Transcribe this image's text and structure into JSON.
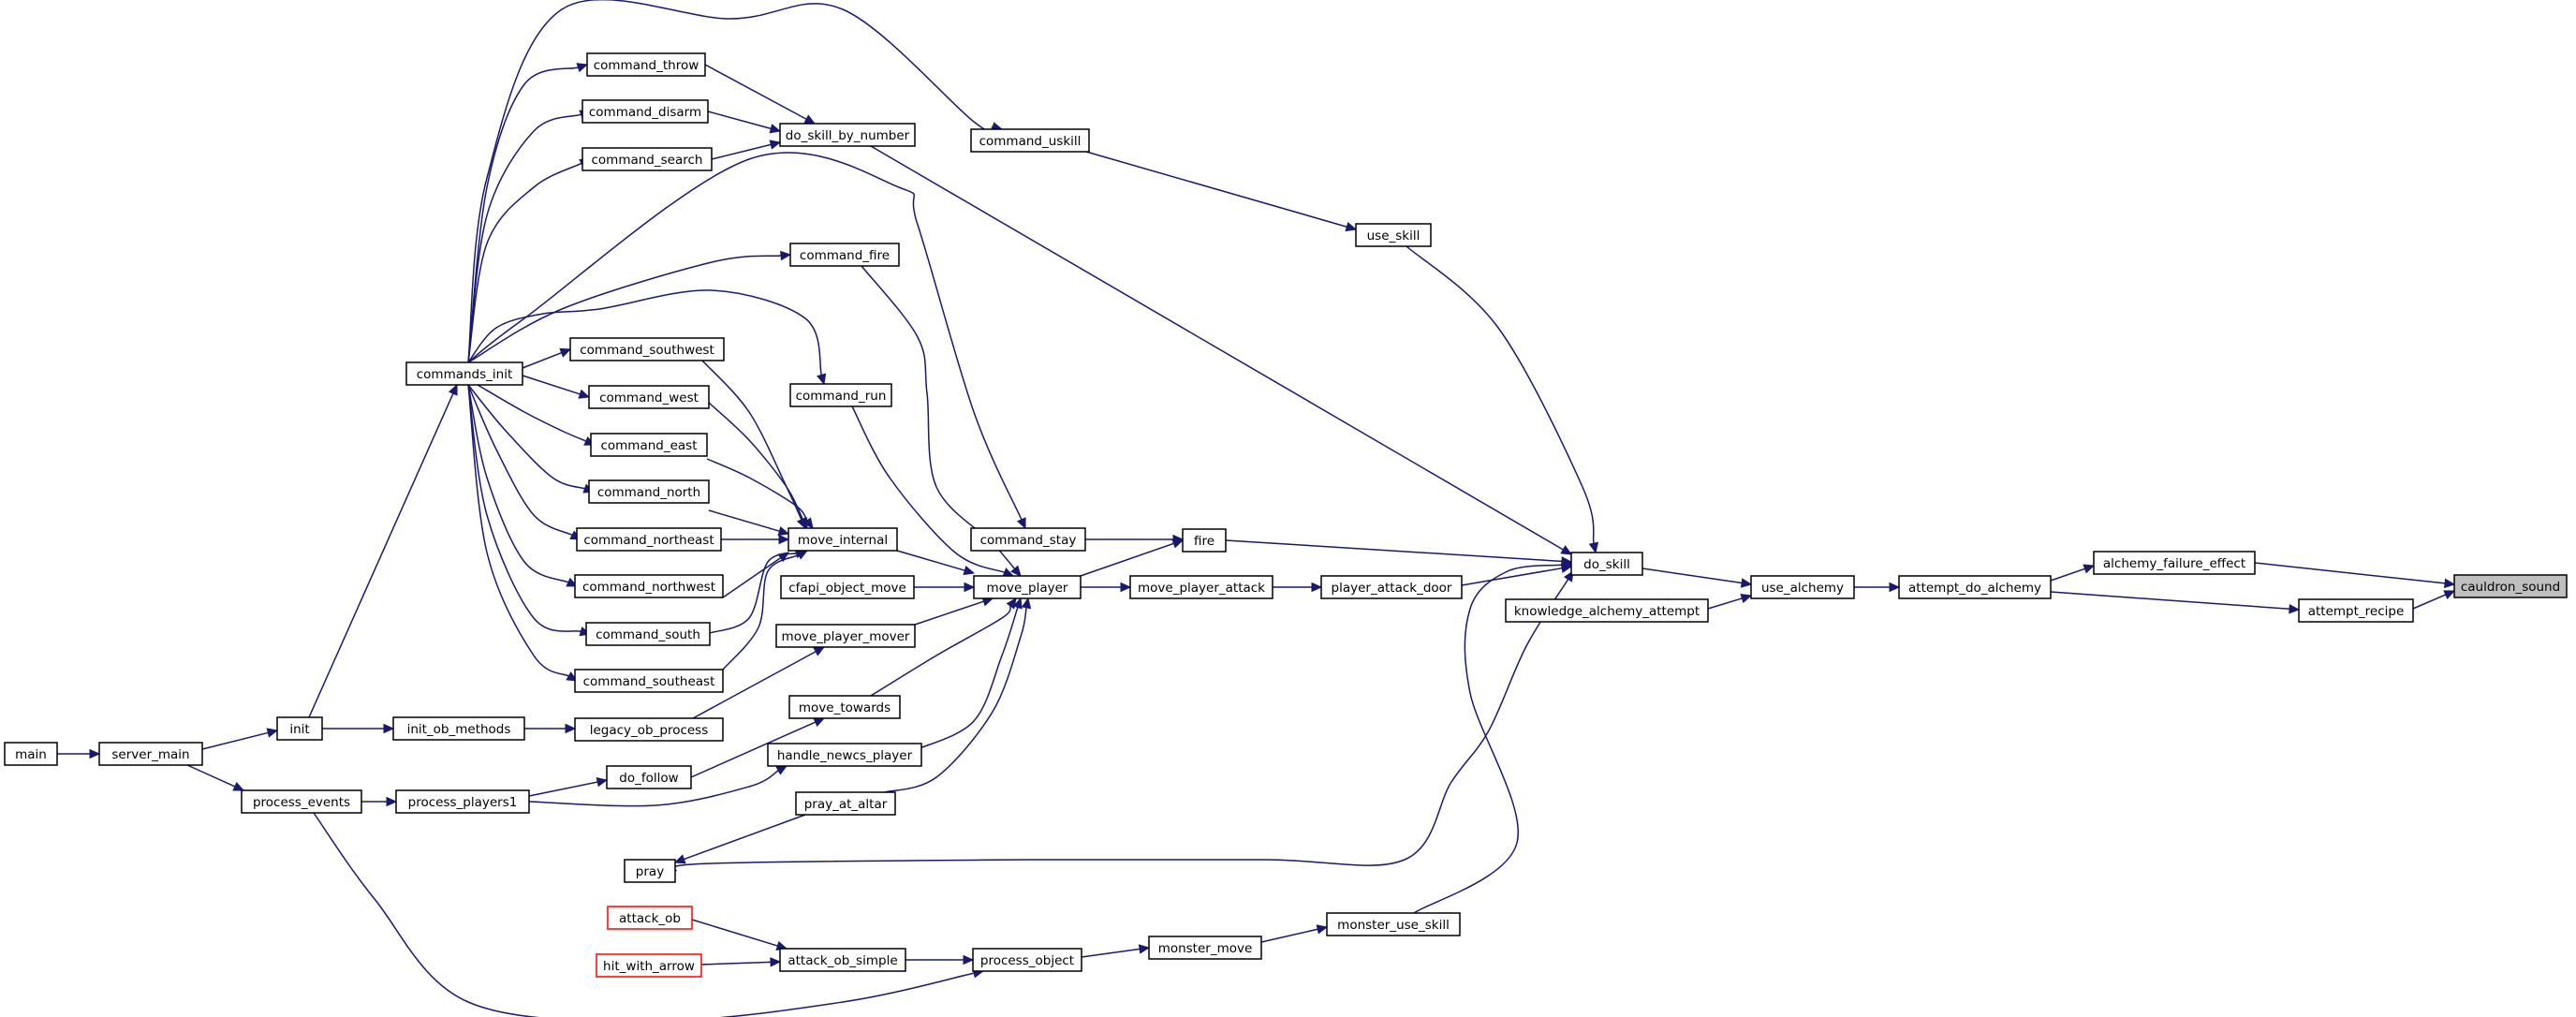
{
  "graph": {
    "title": "",
    "edge_color": "#191970",
    "highlight_fill": "#bfbfbf",
    "missing_stroke": "#ff0000",
    "nodes": [
      {
        "id": "cauldron_sound",
        "label": "cauldron_sound",
        "style": "highlight"
      },
      {
        "id": "alchemy_failure_effect",
        "label": "alchemy_failure_effect"
      },
      {
        "id": "attempt_recipe",
        "label": "attempt_recipe"
      },
      {
        "id": "attempt_do_alchemy",
        "label": "attempt_do_alchemy"
      },
      {
        "id": "use_alchemy",
        "label": "use_alchemy"
      },
      {
        "id": "do_skill",
        "label": "do_skill"
      },
      {
        "id": "knowledge_alchemy_attempt",
        "label": "knowledge_alchemy_attempt"
      },
      {
        "id": "use_skill",
        "label": "use_skill"
      },
      {
        "id": "command_uskill",
        "label": "command_uskill"
      },
      {
        "id": "fire",
        "label": "fire"
      },
      {
        "id": "player_attack_door",
        "label": "player_attack_door"
      },
      {
        "id": "move_player_attack",
        "label": "move_player_attack"
      },
      {
        "id": "move_player",
        "label": "move_player"
      },
      {
        "id": "monster_use_skill",
        "label": "monster_use_skill"
      },
      {
        "id": "monster_move",
        "label": "monster_move"
      },
      {
        "id": "process_object",
        "label": "process_object"
      },
      {
        "id": "command_stay",
        "label": "command_stay"
      },
      {
        "id": "command_fire",
        "label": "command_fire"
      },
      {
        "id": "command_run",
        "label": "command_run"
      },
      {
        "id": "move_internal",
        "label": "move_internal"
      },
      {
        "id": "cfapi_object_move",
        "label": "cfapi_object_move"
      },
      {
        "id": "move_player_mover",
        "label": "move_player_mover"
      },
      {
        "id": "move_towards",
        "label": "move_towards"
      },
      {
        "id": "handle_newcs_player",
        "label": "handle_newcs_player"
      },
      {
        "id": "pray_at_altar",
        "label": "pray_at_altar"
      },
      {
        "id": "pray",
        "label": "pray"
      },
      {
        "id": "do_skill_by_number",
        "label": "do_skill_by_number"
      },
      {
        "id": "command_throw",
        "label": "command_throw"
      },
      {
        "id": "command_disarm",
        "label": "command_disarm"
      },
      {
        "id": "command_search",
        "label": "command_search"
      },
      {
        "id": "command_southwest",
        "label": "command_southwest"
      },
      {
        "id": "command_west",
        "label": "command_west"
      },
      {
        "id": "command_east",
        "label": "command_east"
      },
      {
        "id": "command_north",
        "label": "command_north"
      },
      {
        "id": "command_northeast",
        "label": "command_northeast"
      },
      {
        "id": "command_northwest",
        "label": "command_northwest"
      },
      {
        "id": "command_south",
        "label": "command_south"
      },
      {
        "id": "command_southeast",
        "label": "command_southeast"
      },
      {
        "id": "commands_init",
        "label": "commands_init"
      },
      {
        "id": "legacy_ob_process",
        "label": "legacy_ob_process"
      },
      {
        "id": "init_ob_methods",
        "label": "init_ob_methods"
      },
      {
        "id": "init",
        "label": "init"
      },
      {
        "id": "do_follow",
        "label": "do_follow"
      },
      {
        "id": "process_players1",
        "label": "process_players1"
      },
      {
        "id": "process_events",
        "label": "process_events"
      },
      {
        "id": "server_main",
        "label": "server_main"
      },
      {
        "id": "main",
        "label": "main"
      },
      {
        "id": "attack_ob_simple",
        "label": "attack_ob_simple"
      },
      {
        "id": "attack_ob",
        "label": "attack_ob",
        "style": "missing"
      },
      {
        "id": "hit_with_arrow",
        "label": "hit_with_arrow",
        "style": "missing"
      }
    ],
    "edges": [
      {
        "from": "alchemy_failure_effect",
        "to": "cauldron_sound"
      },
      {
        "from": "attempt_recipe",
        "to": "cauldron_sound"
      },
      {
        "from": "attempt_do_alchemy",
        "to": "alchemy_failure_effect"
      },
      {
        "from": "attempt_do_alchemy",
        "to": "attempt_recipe"
      },
      {
        "from": "use_alchemy",
        "to": "attempt_do_alchemy"
      },
      {
        "from": "do_skill",
        "to": "use_alchemy"
      },
      {
        "from": "knowledge_alchemy_attempt",
        "to": "use_alchemy"
      },
      {
        "from": "use_skill",
        "to": "do_skill"
      },
      {
        "from": "do_skill_by_number",
        "to": "do_skill"
      },
      {
        "from": "fire",
        "to": "do_skill"
      },
      {
        "from": "player_attack_door",
        "to": "do_skill"
      },
      {
        "from": "pray",
        "to": "do_skill"
      },
      {
        "from": "monster_use_skill",
        "to": "do_skill"
      },
      {
        "from": "command_uskill",
        "to": "use_skill"
      },
      {
        "from": "commands_init",
        "to": "command_uskill"
      },
      {
        "from": "command_stay",
        "to": "fire"
      },
      {
        "from": "move_player",
        "to": "fire"
      },
      {
        "from": "move_player_attack",
        "to": "player_attack_door"
      },
      {
        "from": "move_player",
        "to": "move_player_attack"
      },
      {
        "from": "command_fire",
        "to": "move_player"
      },
      {
        "from": "command_run",
        "to": "move_player"
      },
      {
        "from": "move_internal",
        "to": "move_player"
      },
      {
        "from": "cfapi_object_move",
        "to": "move_player"
      },
      {
        "from": "move_player_mover",
        "to": "move_player"
      },
      {
        "from": "move_towards",
        "to": "move_player"
      },
      {
        "from": "handle_newcs_player",
        "to": "move_player"
      },
      {
        "from": "pray_at_altar",
        "to": "move_player"
      },
      {
        "from": "monster_move",
        "to": "monster_use_skill"
      },
      {
        "from": "process_object",
        "to": "monster_move"
      },
      {
        "from": "commands_init",
        "to": "command_stay"
      },
      {
        "from": "commands_init",
        "to": "command_fire"
      },
      {
        "from": "commands_init",
        "to": "command_run"
      },
      {
        "from": "command_southwest",
        "to": "move_internal"
      },
      {
        "from": "command_west",
        "to": "move_internal"
      },
      {
        "from": "command_east",
        "to": "move_internal"
      },
      {
        "from": "command_north",
        "to": "move_internal"
      },
      {
        "from": "command_northeast",
        "to": "move_internal"
      },
      {
        "from": "command_northwest",
        "to": "move_internal"
      },
      {
        "from": "command_south",
        "to": "move_internal"
      },
      {
        "from": "command_southeast",
        "to": "move_internal"
      },
      {
        "from": "legacy_ob_process",
        "to": "move_player_mover"
      },
      {
        "from": "do_follow",
        "to": "move_towards"
      },
      {
        "from": "process_players1",
        "to": "handle_newcs_player"
      },
      {
        "from": "pray_at_altar",
        "to": "pray"
      },
      {
        "from": "command_throw",
        "to": "do_skill_by_number"
      },
      {
        "from": "command_disarm",
        "to": "do_skill_by_number"
      },
      {
        "from": "command_search",
        "to": "do_skill_by_number"
      },
      {
        "from": "commands_init",
        "to": "command_throw"
      },
      {
        "from": "commands_init",
        "to": "command_disarm"
      },
      {
        "from": "commands_init",
        "to": "command_search"
      },
      {
        "from": "commands_init",
        "to": "command_southwest"
      },
      {
        "from": "commands_init",
        "to": "command_west"
      },
      {
        "from": "commands_init",
        "to": "command_east"
      },
      {
        "from": "commands_init",
        "to": "command_north"
      },
      {
        "from": "commands_init",
        "to": "command_northeast"
      },
      {
        "from": "commands_init",
        "to": "command_northwest"
      },
      {
        "from": "commands_init",
        "to": "command_south"
      },
      {
        "from": "commands_init",
        "to": "command_southeast"
      },
      {
        "from": "init",
        "to": "commands_init"
      },
      {
        "from": "init_ob_methods",
        "to": "legacy_ob_process"
      },
      {
        "from": "init",
        "to": "init_ob_methods"
      },
      {
        "from": "process_players1",
        "to": "do_follow"
      },
      {
        "from": "process_events",
        "to": "process_players1"
      },
      {
        "from": "server_main",
        "to": "init"
      },
      {
        "from": "server_main",
        "to": "process_events"
      },
      {
        "from": "main",
        "to": "server_main"
      },
      {
        "from": "process_events",
        "to": "process_object"
      },
      {
        "from": "attack_ob_simple",
        "to": "process_object"
      },
      {
        "from": "attack_ob",
        "to": "attack_ob_simple"
      },
      {
        "from": "hit_with_arrow",
        "to": "attack_ob_simple"
      }
    ]
  }
}
